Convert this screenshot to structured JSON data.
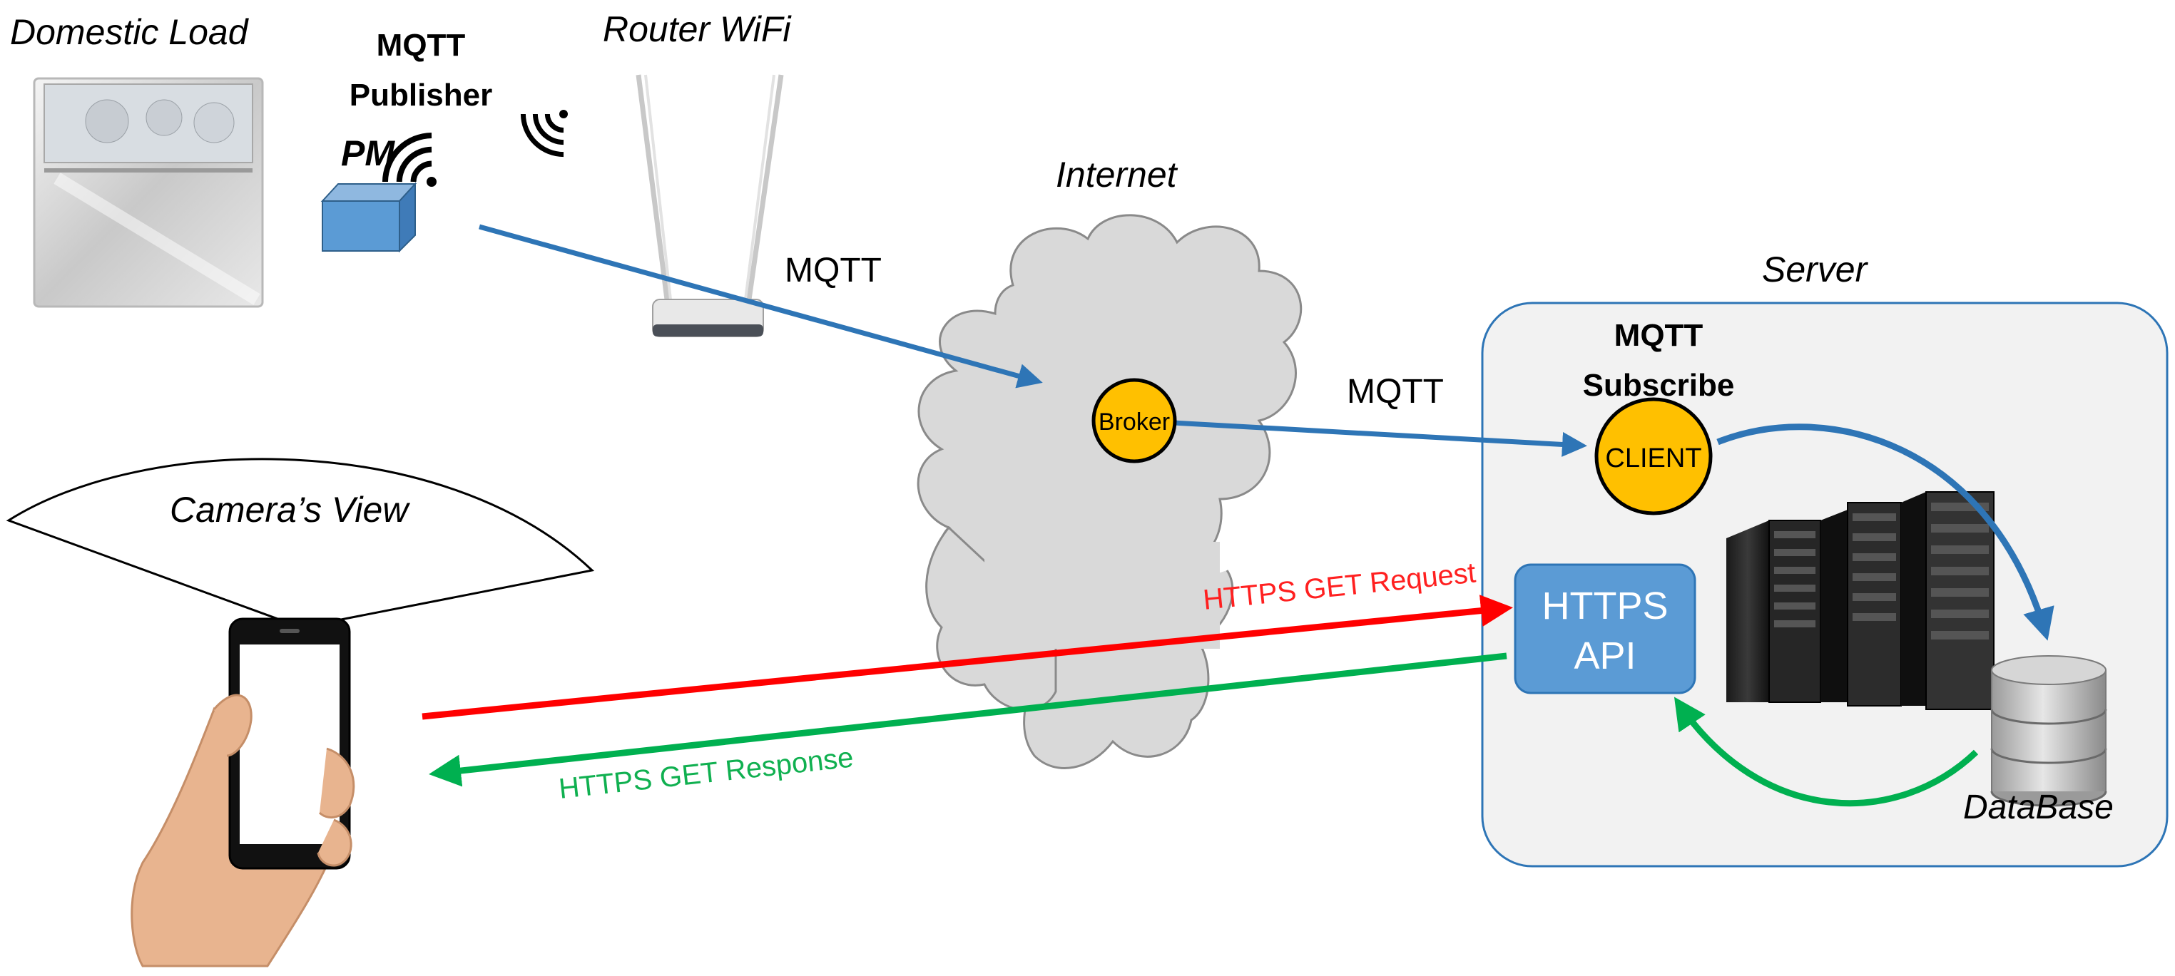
{
  "labels": {
    "domestic_load": "Domestic Load",
    "mqtt_publisher_line1": "MQTT",
    "mqtt_publisher_line2": "Publisher",
    "pm": "PM",
    "router_wifi": "Router WiFi",
    "internet": "Internet",
    "mqtt_link1": "MQTT",
    "mqtt_link2": "MQTT",
    "broker": "Broker",
    "server": "Server",
    "mqtt_subscribe_line1": "MQTT",
    "mqtt_subscribe_line2": "Subscribe",
    "client": "CLIENT",
    "https_api_line1": "HTTPS",
    "https_api_line2": "API",
    "database": "DataBase",
    "cameras_view": "Camera’s View",
    "https_get_request": "HTTPS GET Request",
    "https_get_response": "HTTPS GET Response"
  },
  "colors": {
    "mqtt_arrow": "#2e75b6",
    "request_arrow": "#ff0000",
    "response_arrow": "#00b050",
    "request_text": "#ff2020",
    "response_text": "#10b050",
    "node_fill": "#ffc000",
    "api_box_fill": "#5b9bd5",
    "server_panel_fill": "#f2f2f2",
    "server_panel_border": "#2e75b6",
    "cloud_fill": "#d9d9d9",
    "pm_box_fill": "#5b9bd5"
  },
  "icons": {
    "dishwasher": "dishwasher-icon",
    "power_meter": "power-meter-box-icon",
    "wifi_publisher": "wifi-signal-icon",
    "wifi_router": "wifi-signal-icon",
    "router": "router-icon",
    "cloud": "cloud-icon",
    "servers": "server-rack-icon",
    "database": "database-icon",
    "phone": "smartphone-in-hand-icon"
  }
}
